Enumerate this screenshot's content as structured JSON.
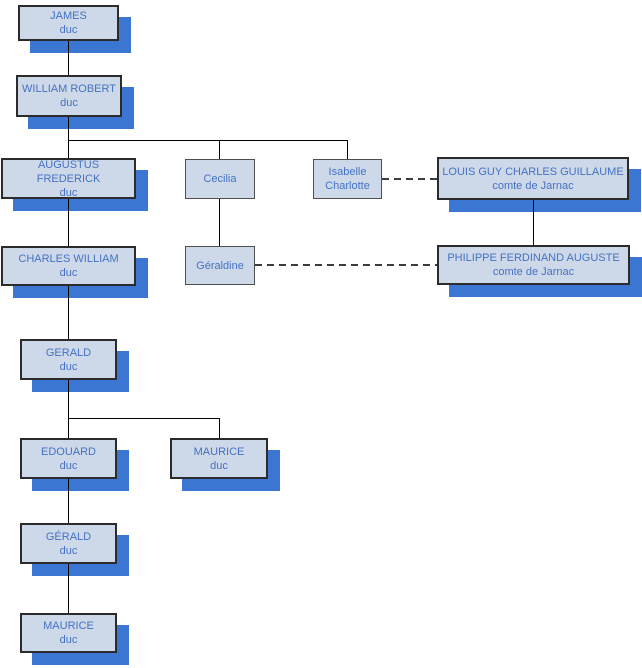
{
  "diagram": {
    "type": "family-tree",
    "nodes": {
      "james": {
        "name": "JAMES",
        "title": "duc"
      },
      "william_robert": {
        "name": "WILLIAM ROBERT",
        "title": "duc"
      },
      "augustus_frederick": {
        "name": "AUGUSTUS FREDERICK",
        "title": "duc"
      },
      "cecilia": {
        "name": "Cecilia"
      },
      "isabelle_charlotte": {
        "name": "Isabelle Charlotte"
      },
      "louis_guy": {
        "name": "LOUIS GUY CHARLES GUILLAUME",
        "title": "comte de Jarnac"
      },
      "charles_william": {
        "name": "CHARLES WILLIAM",
        "title": "duc"
      },
      "geraldine": {
        "name": "Géraldine"
      },
      "philippe": {
        "name": "PHILIPPE FERDINAND AUGUSTE",
        "title": "comte de Jarnac"
      },
      "gerald": {
        "name": "GERALD",
        "title": "duc"
      },
      "edouard": {
        "name": "EDOUARD",
        "title": "duc"
      },
      "maurice": {
        "name": "MAURICE",
        "title": "duc"
      },
      "gerald_2": {
        "name": "GÉRALD",
        "title": "duc"
      },
      "maurice_2": {
        "name": "MAURICE",
        "title": "duc"
      }
    },
    "edges": {
      "descent_solid": [
        [
          "james",
          "william_robert"
        ],
        [
          "william_robert",
          "augustus_frederick"
        ],
        [
          "william_robert",
          "cecilia"
        ],
        [
          "william_robert",
          "isabelle_charlotte"
        ],
        [
          "augustus_frederick",
          "charles_william"
        ],
        [
          "cecilia",
          "geraldine"
        ],
        [
          "louis_guy",
          "philippe"
        ],
        [
          "charles_william",
          "gerald"
        ],
        [
          "gerald",
          "edouard"
        ],
        [
          "gerald",
          "maurice"
        ],
        [
          "edouard",
          "gerald_2"
        ],
        [
          "gerald_2",
          "maurice_2"
        ]
      ],
      "marriage_dashed": [
        [
          "isabelle_charlotte",
          "louis_guy"
        ],
        [
          "geraldine",
          "philippe"
        ]
      ]
    },
    "colors": {
      "node_fill": "#cdd9e8",
      "node_border": "#2b2b2b",
      "plain_border": "#4f4f4f",
      "shadow_blue": "#3b76d3",
      "text_blue": "#4571c4",
      "line_color": "#000000",
      "dash_color": "#3d3d3d",
      "page_bg": "#ffffff"
    }
  }
}
